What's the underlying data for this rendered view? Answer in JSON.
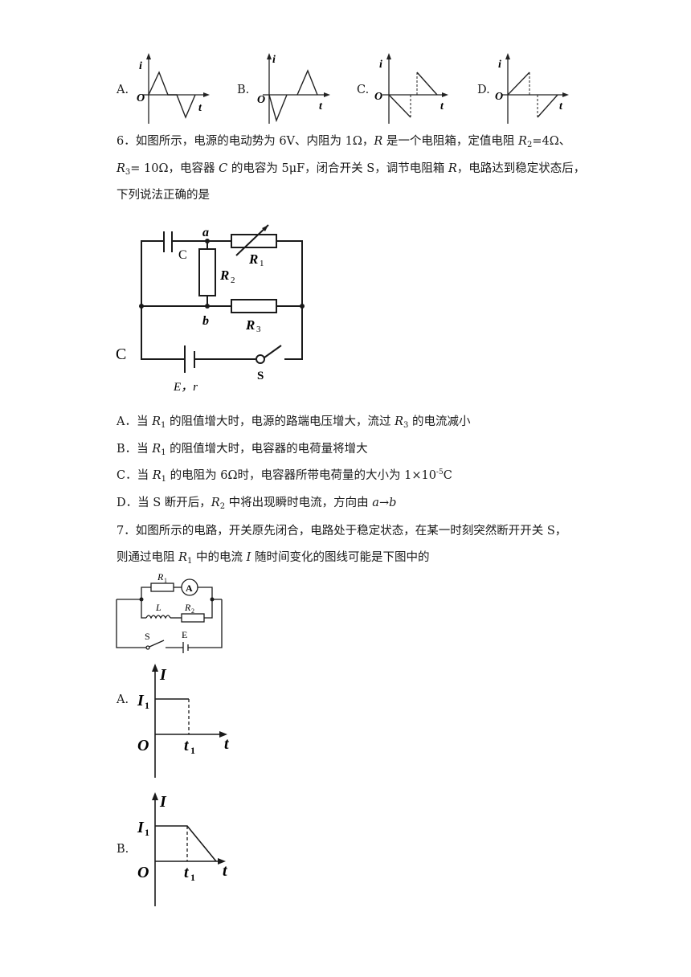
{
  "q5": {
    "options": [
      {
        "label": "A.",
        "axis_y": "i",
        "axis_x": "t",
        "origin": "O"
      },
      {
        "label": "B.",
        "axis_y": "i",
        "axis_x": "t",
        "origin": "O"
      },
      {
        "label": "C.",
        "axis_y": "i",
        "axis_x": "t",
        "origin": "O"
      },
      {
        "label": "D.",
        "axis_y": "i",
        "axis_x": "t",
        "origin": "O"
      }
    ]
  },
  "q6": {
    "line1_pre": "6．如图所示，电源的电动势为 6V、内阻为 1Ω，",
    "line1_R": "R",
    "line1_mid": " 是一个电阻箱，定值电阻 ",
    "line1_R2": "R",
    "line1_R2sub": "2",
    "line1_end": "=4Ω、",
    "line2_R3": "R",
    "line2_R3sub": "3",
    "line2_a": "= 10Ω，电容器 ",
    "line2_C": "C",
    "line2_b": " 的电容为 5μF，闭合开关 S，调节电阻箱 ",
    "line2_R": "R",
    "line2_c": "，电路达到稳定状态后，",
    "line3": "下列说法正确的是",
    "circuit": {
      "node_a": "a",
      "node_b": "b",
      "cap": "C",
      "r1": "R",
      "r1sub": "1",
      "r2": "R",
      "r2sub": "2",
      "r3": "R",
      "r3sub": "3",
      "stray": "C",
      "source": "E，r",
      "switch": "S"
    },
    "options": {
      "A_pre": "A．当 ",
      "A_sub": "1",
      "A_mid": " 的阻值增大时，电源的路端电压增大，流过 ",
      "A_sub2": "3",
      "A_end": " 的电流减小",
      "B_pre": "B．当 ",
      "B_sub": "1",
      "B_end": " 的阻值增大时，电容器的电荷量将增大",
      "C_pre": "C．当 ",
      "C_sub": "1",
      "C_mid": " 的电阻为 6Ω时，电容器所带电荷量的大小为 1×10",
      "C_exp": "-5",
      "C_end": "C",
      "D_pre": "D．当 S 断开后，",
      "D_sub": "2",
      "D_mid": " 中将出现瞬时电流，方向由 ",
      "D_a": "a",
      "D_arrow": "→",
      "D_b": "b"
    },
    "R_letter": "R"
  },
  "q7": {
    "line1": "7．如图所示的电路，开关原先闭合，电路处于稳定状态，在某一时刻突然断开开关 S，",
    "line2_pre": "则通过电阻 ",
    "line2_R": "R",
    "line2_sub": "1",
    "line2_mid": " 中的电流 ",
    "line2_I": "I",
    "line2_end": " 随时间变化的图线可能是下图中的",
    "circuit": {
      "r1": "R",
      "r1sub": "1",
      "ammeter": "A",
      "L": "L",
      "r2": "R",
      "r2sub": "2",
      "switch": "S",
      "source": "E"
    },
    "graphs": [
      {
        "label": "A.",
        "axis_y": "I",
        "axis_x": "t",
        "origin": "O",
        "level": "I",
        "level_sub": "1",
        "time": "t",
        "time_sub": "1"
      },
      {
        "label": "B.",
        "axis_y": "I",
        "axis_x": "t",
        "origin": "O",
        "level": "I",
        "level_sub": "1",
        "time": "t",
        "time_sub": "1"
      }
    ]
  }
}
